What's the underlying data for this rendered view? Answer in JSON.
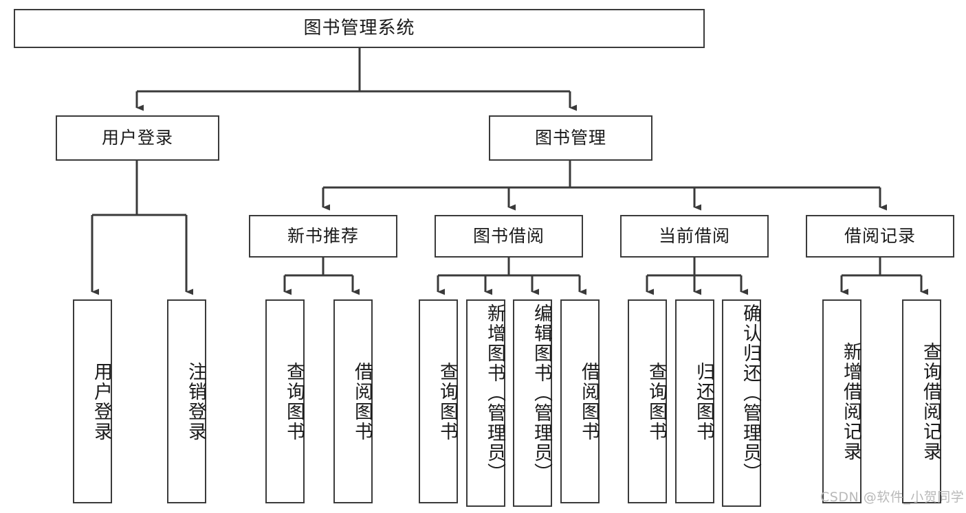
{
  "diagram": {
    "type": "tree-hierarchy-chart",
    "title": "图书管理系统",
    "stroke_color": "#3a3a3a",
    "fill_color": "#ffffff",
    "text_color": "#1a1a1a"
  },
  "root": {
    "label": "图书管理系统"
  },
  "level2": [
    {
      "label": "用户登录"
    },
    {
      "label": "图书管理"
    }
  ],
  "level3": [
    {
      "label": "新书推荐"
    },
    {
      "label": "图书借阅"
    },
    {
      "label": "当前借阅"
    },
    {
      "label": "借阅记录"
    }
  ],
  "leaves": {
    "user_login": [
      {
        "label": "用户登录"
      },
      {
        "label": "注销登录"
      }
    ],
    "new_book_recommend": [
      {
        "label": "查询图书"
      },
      {
        "label": "借阅图书"
      }
    ],
    "book_borrow": [
      {
        "label": "查询图书"
      },
      {
        "label": "新增图书（管理员）"
      },
      {
        "label": "编辑图书（管理员）"
      },
      {
        "label": "借阅图书"
      }
    ],
    "current_borrow": [
      {
        "label": "查询图书"
      },
      {
        "label": "归还图书"
      },
      {
        "label": "确认归还（管理员）"
      }
    ],
    "borrow_record": [
      {
        "label": "新增借阅记录"
      },
      {
        "label": "查询借阅记录"
      }
    ]
  },
  "watermark": {
    "text": "CSDN @软件_小贺同学"
  }
}
